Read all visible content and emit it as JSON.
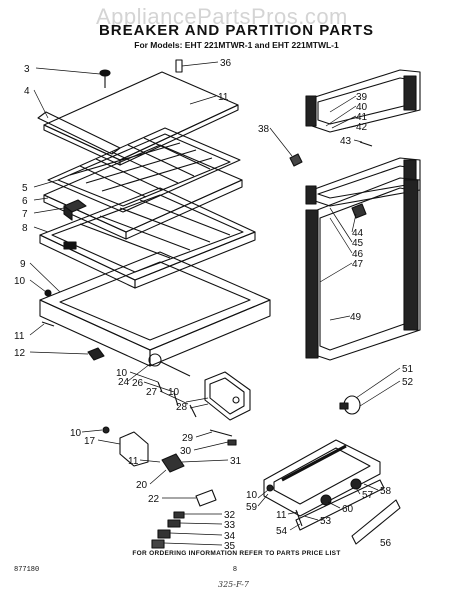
{
  "watermark": "AppliancePartsPros.com",
  "title": "BREAKER AND PARTITION PARTS",
  "subtitle": "For Models: EHT 221MTWR-1 and EHT 221MTWL-1",
  "footer_note": "FOR ORDERING INFORMATION REFER TO PARTS PRICE LIST",
  "doc_code": "877180",
  "page_number": "8",
  "handwritten": "325-F-7",
  "callouts": {
    "c3": "3",
    "c36": "36",
    "c4": "4",
    "c11a": "11",
    "c5": "5",
    "c6": "6",
    "c7": "7",
    "c8": "8",
    "c9": "9",
    "c10a": "10",
    "c11b": "11",
    "c12": "12",
    "c39": "39",
    "c40": "40",
    "c41": "41",
    "c42": "42",
    "c38": "38",
    "c43": "43",
    "c44": "44",
    "c45": "45",
    "c46": "46",
    "c47": "47",
    "c49": "49",
    "c51": "51",
    "c52": "52",
    "c24": "24",
    "c10b": "10",
    "c26": "26",
    "c27": "27",
    "c10c": "10",
    "c28": "28",
    "c29": "29",
    "c30": "30",
    "c10d": "10",
    "c17": "17",
    "c11c": "11",
    "c31": "31",
    "c20": "20",
    "c22": "22",
    "c32": "32",
    "c33": "33",
    "c34": "34",
    "c35": "35",
    "c10e": "10",
    "c59": "59",
    "c11d": "11",
    "c54": "54",
    "c53": "53",
    "c60": "60",
    "c57": "57",
    "c58": "58",
    "c56": "56"
  }
}
